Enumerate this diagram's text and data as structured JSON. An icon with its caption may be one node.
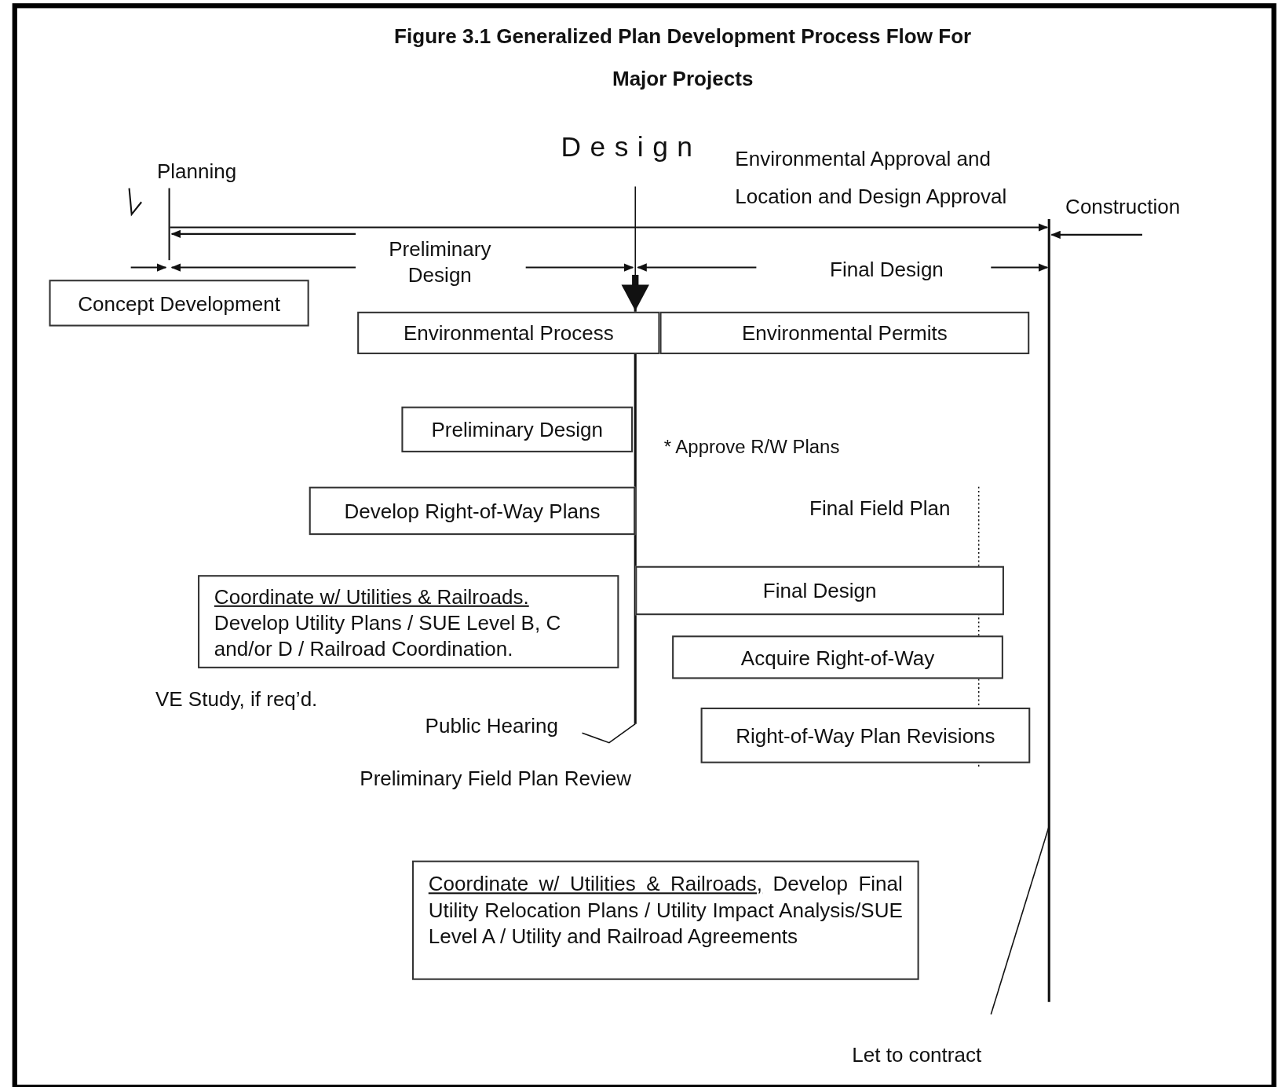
{
  "diagram": {
    "title": "Figure 3.1 Generalized Plan Development Process Flow For Major Projects",
    "nodes": [
      {
        "text": [
          "Concept Development"
        ]
      },
      {
        "text": [
          "Environmental Process"
        ]
      },
      {
        "text": [
          "Environmental Permits"
        ]
      },
      {
        "text": [
          "Preliminary Design"
        ]
      },
      {
        "text": [
          "Develop Right-of-Way Plans"
        ]
      },
      {
        "text": [
          "Coordinate w/ Utilities & Railroads.",
          "Develop Utility Plans / SUE Level B, C and/or D / Railroad Coordination."
        ]
      },
      {
        "text": [
          "Final Design"
        ]
      },
      {
        "text": [
          "Acquire Right-of-Way"
        ]
      },
      {
        "text": [
          "Right-of-Way Plan Revisions"
        ]
      },
      {
        "text": [
          "Public Hearing"
        ]
      },
      {
        "text": [
          "Coordinate w/ Utilities & Railroads,",
          "Develop Final Utility Relocation Plans / Utility Impact Analysis/SUE Level A / Utility and Railroad Agreements"
        ]
      },
      {
        "text": [
          "Let to contract"
        ]
      }
    ],
    "edges": [
      {
        "from": 9,
        "to": null,
        "arrow": "none"
      },
      {
        "from": 11,
        "to": null,
        "arrow": "none"
      }
    ],
    "labels": [
      "Design",
      "Environmental Approval and Location and Design Approval",
      "Planning",
      "Construction",
      "Preliminary Design",
      "Final Design",
      "* Approve R/W Plans",
      "Final Field Plan",
      "VE Study, if req’d.",
      "Preliminary Field Plan Review"
    ]
  }
}
